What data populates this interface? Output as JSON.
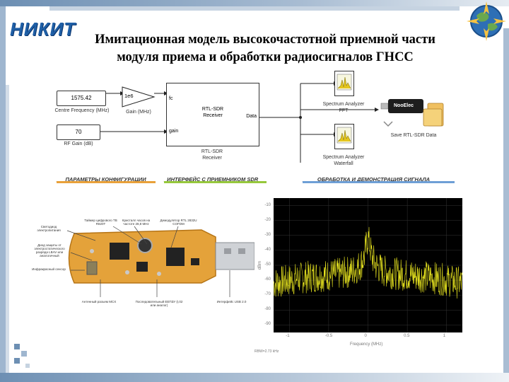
{
  "logo": {
    "text": "НИКИТ"
  },
  "title": {
    "line1": "Имитационная модель высокочастотной приемной части",
    "line2": "модуля приема и обработки радиосигналов ГНСС"
  },
  "model": {
    "centre_freq_value": "1575.42",
    "centre_freq_label": "Centre Frequency (MHz)",
    "gain_value": "1e6",
    "gain_label": "Gain (MHz)",
    "rf_gain_value": "70",
    "rf_gain_label": "RF Gain (dB)",
    "rtl_title1": "RTL-SDR",
    "rtl_title2": "Receiver",
    "rtl_port_fc": "fc",
    "rtl_port_gain": "gain",
    "rtl_port_data": "Data",
    "rtl_caption1": "RTL-SDR",
    "rtl_caption2": "Receiver",
    "spec_fft_label1": "Spectrum Analyzer",
    "spec_fft_label2": "FFT",
    "spec_wf_label1": "Spectrum Analyzer",
    "spec_wf_label2": "Waterfall",
    "save_label": "Save RTL-SDR Data",
    "nooelec_label": "NooElec"
  },
  "sections": {
    "config": "___ПАРАМЕТРЫ КОНФИГУРАЦИИ__",
    "interface": "_ИНТЕРФЕЙС С ПРИЕМНИКОМ SDR_",
    "processing": "_____ОБРАБОТКА И ДЕМОНСТРАЦИЯ СИГНАЛА_____",
    "colors": {
      "config": "#e9a13a",
      "interface": "#96c83c",
      "processing": "#6e9fd6"
    }
  },
  "board_labels": {
    "timer": "Таймер цифрового TB R820T",
    "crystal": "Кристалл часов на частоте 28,8 MHz",
    "demod": "Демодулятор RTL 2832U COFDM",
    "led": "Светодиод электропитания",
    "diode": "Диод защиты от электростатического разряда LBAV или аналогичный",
    "ir": "Инфракрасный сенсор",
    "antenna": "Антенный разъем MCX",
    "serial": "Последовательный ЕЕПЗУ (I,02 или аналог)",
    "usb": "Интерфейс USB 2.0"
  },
  "spectrum": {
    "yticks": [
      "-10",
      "-20",
      "-30",
      "-40",
      "-50",
      "-60",
      "-70",
      "-80",
      "-90"
    ],
    "xticks": [
      "-1",
      "-0.5",
      "0",
      "0.5",
      "1"
    ],
    "xlabel": "Frequency (MHz)",
    "ylabel": "dBm",
    "footer": "RBW=2.73 kHz",
    "trace_color": "#e5e21f"
  },
  "chart_data": {
    "type": "line",
    "title": "",
    "xlabel": "Frequency (MHz)",
    "ylabel": "dBm",
    "xlim": [
      -1.2,
      1.2
    ],
    "ylim": [
      -95,
      -5
    ],
    "grid": true,
    "series": [
      {
        "x": [
          -1.2,
          -1.0,
          -0.8,
          -0.6,
          -0.4,
          -0.2,
          -0.1,
          -0.05,
          0,
          0.05,
          0.1,
          0.2,
          0.4,
          0.6,
          0.8,
          1.0,
          1.2
        ],
        "values": [
          -62,
          -60,
          -58,
          -57,
          -56,
          -54,
          -50,
          -45,
          -31,
          -44,
          -50,
          -54,
          -56,
          -57,
          -58,
          -60,
          -62
        ]
      }
    ]
  }
}
